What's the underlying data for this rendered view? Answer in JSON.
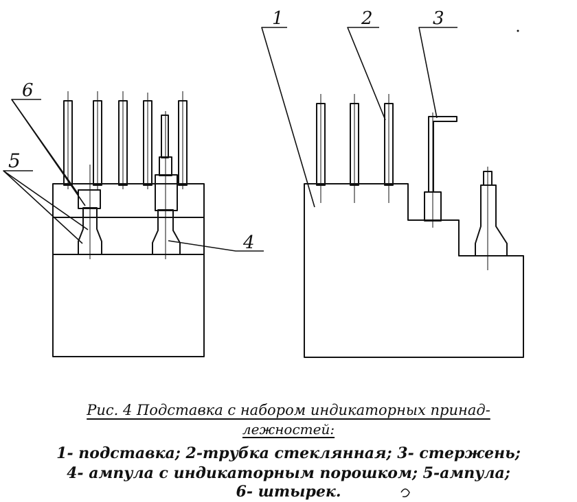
{
  "labels": {
    "l1": "1",
    "l2": "2",
    "l3": "3",
    "l4": "4",
    "l5": "5",
    "l6": "6"
  },
  "caption": {
    "title_line1": "Рис. 4  Подставка с набором индикаторных принад-",
    "title_line2": "лежностей:",
    "legend_line1": "1- подставка; 2-трубка стеклянная; 3- стержень;",
    "legend_line2": "4- ампула с индикаторным порошком; 5-ампула;",
    "legend_line3": "6- штырек."
  },
  "colors": {
    "ink": "#111111",
    "paper": "#ffffff"
  }
}
